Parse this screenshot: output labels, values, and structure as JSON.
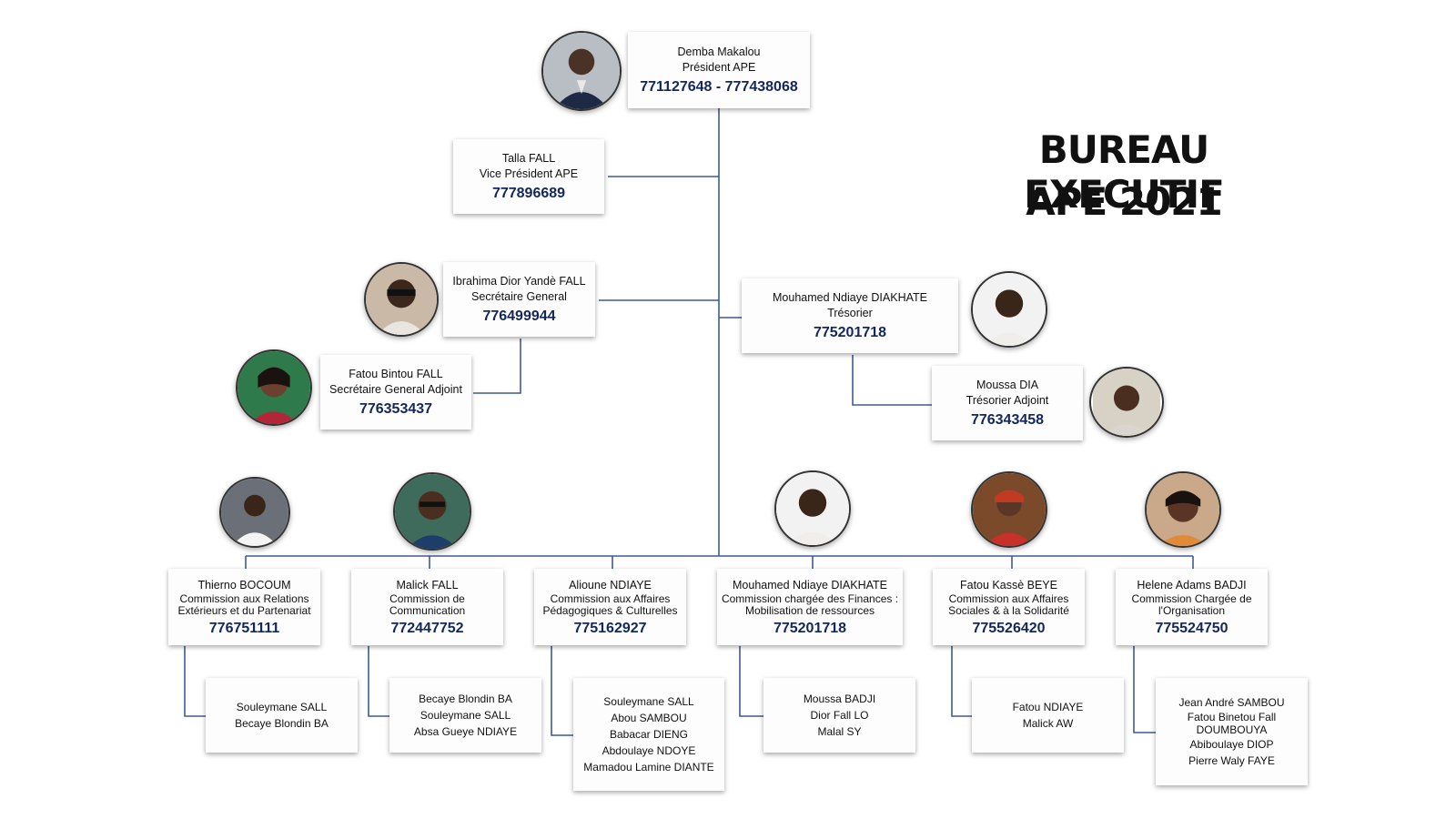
{
  "title": {
    "line1": "BUREAU EXECUTIF",
    "line2": "APE 2021"
  },
  "president": {
    "name": "Demba Makalou",
    "role": "Président APE",
    "phone": "771127648 - 777438068"
  },
  "vice_president": {
    "name": "Talla FALL",
    "role": "Vice Président APE",
    "phone": "777896689"
  },
  "secretary_general": {
    "name": "Ibrahima Dior Yandè FALL",
    "role": "Secrétaire General",
    "phone": "776499944"
  },
  "deputy_secretary": {
    "name": "Fatou Bintou FALL",
    "role": "Secrétaire General Adjoint",
    "phone": "776353437"
  },
  "treasurer": {
    "name": "Mouhamed Ndiaye DIAKHATE",
    "role": "Trésorier",
    "phone": "775201718"
  },
  "deputy_treasurer": {
    "name": "Moussa DIA",
    "role": "Trésorier Adjoint",
    "phone": "776343458"
  },
  "commissions": [
    {
      "name": "Thierno BOCOUM",
      "role1": "Commission aux Relations",
      "role2": "Extérieurs et du Partenariat",
      "phone": "776751111",
      "members": [
        "Souleymane SALL",
        "Becaye Blondin BA"
      ]
    },
    {
      "name": "Malick FALL",
      "role1": "Commission de",
      "role2": "Communication",
      "phone": "772447752",
      "members": [
        "Becaye Blondin BA",
        "Souleymane SALL",
        "Absa Gueye NDIAYE"
      ]
    },
    {
      "name": "Alioune NDIAYE",
      "role1": "Commission aux Affaires",
      "role2": "Pédagogiques & Culturelles",
      "phone": "775162927",
      "members": [
        "Souleymane SALL",
        "Abou SAMBOU",
        "Babacar DIENG",
        "Abdoulaye NDOYE",
        "Mamadou Lamine DIANTE"
      ]
    },
    {
      "name": "Mouhamed Ndiaye DIAKHATE",
      "role1": "Commission chargée des Finances :",
      "role2": "Mobilisation de ressources",
      "phone": "775201718",
      "members": [
        "Moussa BADJI",
        "Dior Fall LO",
        "Malal SY"
      ]
    },
    {
      "name": "Fatou Kassè BEYE",
      "role1": "Commission aux Affaires",
      "role2": "Sociales & à la Solidarité",
      "phone": "775526420",
      "members": [
        "Fatou NDIAYE",
        "Malick AW"
      ]
    },
    {
      "name": "Helene Adams BADJI",
      "role1": "Commission Chargée de",
      "role2": "l'Organisation",
      "phone": "775524750",
      "members": [
        "Jean André SAMBOU",
        "Fatou Binetou Fall",
        "DOUMBOUYA",
        "Abiboulaye DIOP",
        "Pierre Waly FAYE"
      ]
    }
  ],
  "colors": {
    "connector": "#3d5a99",
    "phone": "#14275c",
    "title": "#111111"
  }
}
